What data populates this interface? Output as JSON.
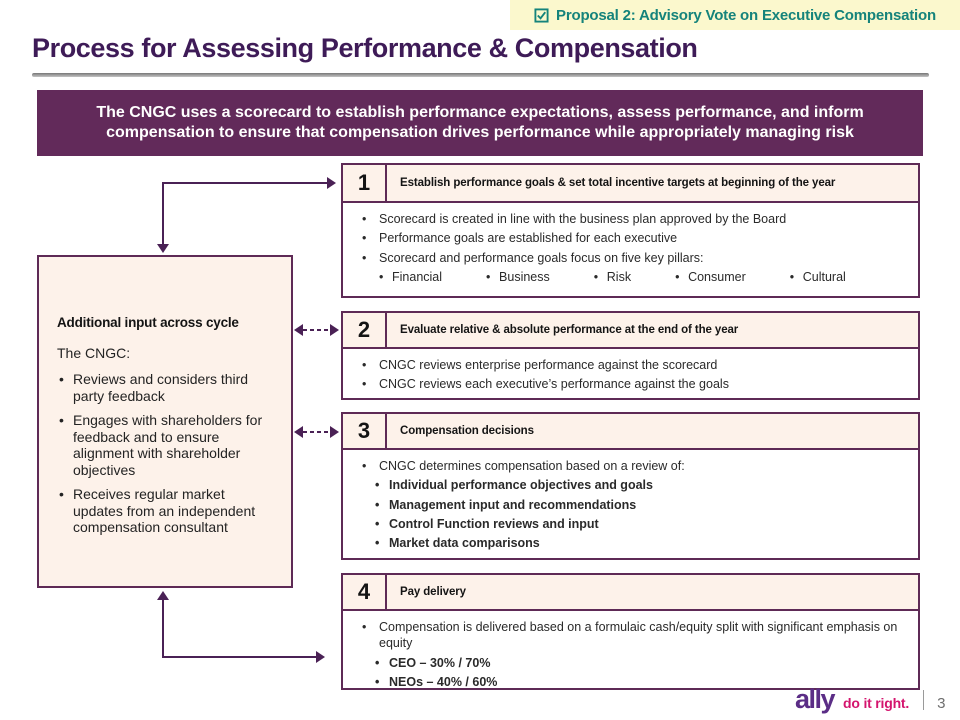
{
  "proposal_banner": {
    "icon": "checked-checkbox-icon",
    "label": "Proposal 2: Advisory Vote on Executive Compensation"
  },
  "title": "Process for Assessing Performance & Compensation",
  "summary_banner": "The CNGC uses a scorecard to establish performance expectations, assess performance, and inform compensation to ensure that compensation drives performance while appropriately managing risk",
  "side_panel": {
    "heading": "Additional input across cycle",
    "intro": "The CNGC:",
    "bullets": [
      "Reviews and considers third party feedback",
      "Engages with shareholders for feedback and to ensure alignment with shareholder objectives",
      "Receives regular market updates from an independent compensation consultant"
    ]
  },
  "steps": [
    {
      "number": "1",
      "title": "Establish performance goals & set total incentive targets at beginning of the year",
      "bullets": [
        "Scorecard is created in line with the business plan approved by the Board",
        "Performance goals are established for each executive",
        "Scorecard and performance goals focus on five key pillars:"
      ],
      "pillars": [
        "Financial",
        "Business",
        "Risk",
        "Consumer",
        "Cultural"
      ]
    },
    {
      "number": "2",
      "title": "Evaluate relative & absolute performance at the end of the year",
      "bullets": [
        "CNGC reviews enterprise performance against the scorecard",
        "CNGC reviews each executive’s performance against the goals"
      ]
    },
    {
      "number": "3",
      "title": "Compensation decisions",
      "bullets": [
        "CNGC determines compensation based on a review of:"
      ],
      "sub_bullets": [
        "Individual performance objectives and goals",
        "Management input and recommendations",
        "Control Function reviews and input",
        "Market data comparisons"
      ]
    },
    {
      "number": "4",
      "title": "Pay delivery",
      "bullets": [
        "Compensation is delivered based on a formulaic cash/equity split with significant emphasis on equity"
      ],
      "sub_bullets": [
        "CEO – 30% / 70%",
        "NEOs – 40% / 60%"
      ]
    }
  ],
  "footer": {
    "logo_text": "ally",
    "tagline": "do it right.",
    "page_number": "3"
  },
  "colors": {
    "proposal_bg": "#fbf8cd",
    "proposal_text": "#15837b",
    "title_purple": "#3e1b57",
    "banner_purple": "#622a5a",
    "box_border_purple": "#5e2a56",
    "box_header_cream": "#fdf2ea",
    "arrow_purple": "#4a2155",
    "logo_purple": "#5b2d86",
    "tagline_magenta": "#d4156e"
  }
}
